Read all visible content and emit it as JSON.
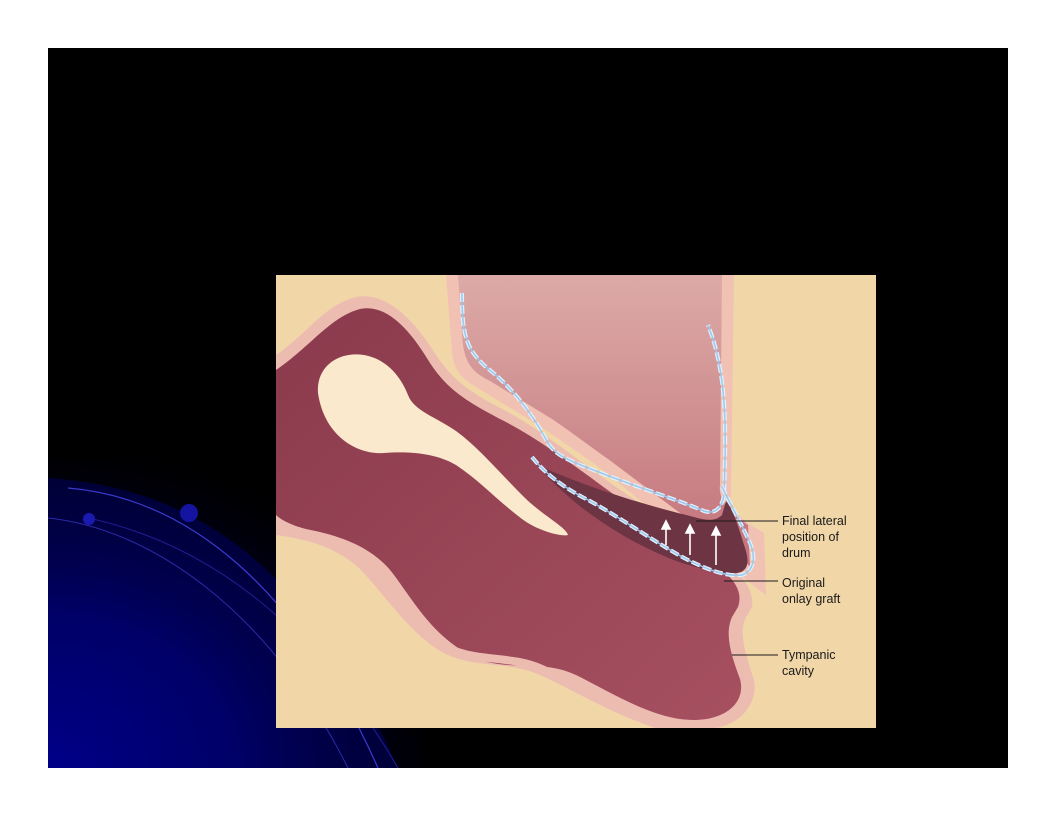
{
  "slide": {
    "background": "#000000",
    "accent": "#0000a0"
  },
  "figure": {
    "background": "#f1d6a8",
    "labels": {
      "final_position": [
        "Final lateral",
        "position of",
        "drum"
      ],
      "original_graft": [
        "Original",
        "onlay graft"
      ],
      "tympanic_cavity": [
        "Tympanic",
        "cavity"
      ]
    }
  }
}
